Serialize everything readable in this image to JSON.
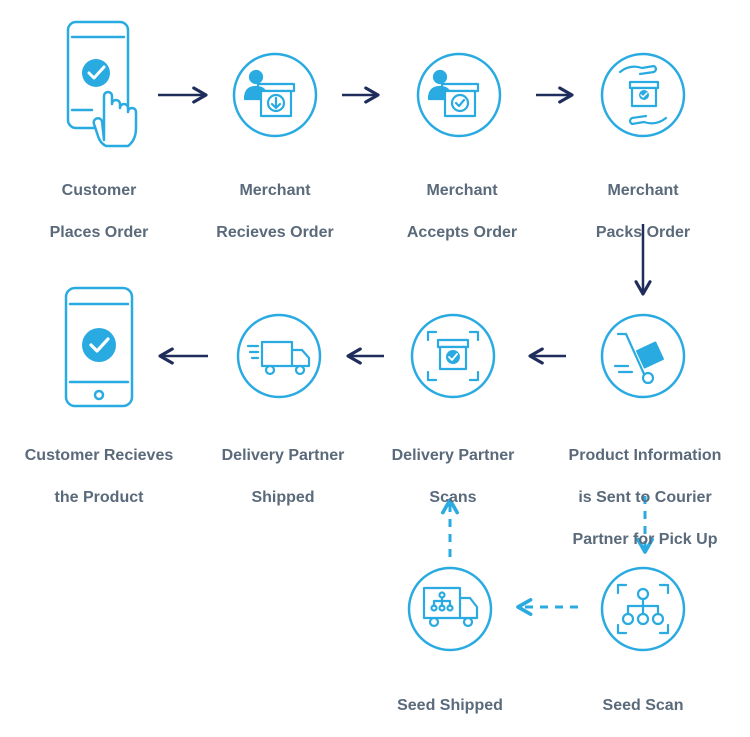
{
  "colors": {
    "accent": "#29abe2",
    "arrow": "#1f2d5c",
    "label": "#5a6a7a",
    "background": "#ffffff"
  },
  "steps": {
    "customer_places_order": {
      "lines": [
        "Customer",
        "Places Order"
      ],
      "icon": "phone-tap-check-icon"
    },
    "merchant_receives_order": {
      "lines": [
        "Merchant",
        "Recieves Order"
      ],
      "icon": "merchant-box-download-icon"
    },
    "merchant_accepts_order": {
      "lines": [
        "Merchant",
        "Accepts Order"
      ],
      "icon": "merchant-box-check-icon"
    },
    "merchant_packs_order": {
      "lines": [
        "Merchant",
        "Packs Order"
      ],
      "icon": "hands-box-icon"
    },
    "product_info_sent": {
      "lines": [
        "Product Information",
        "is Sent to Courier",
        "Partner for Pick Up"
      ],
      "icon": "hand-truck-icon"
    },
    "delivery_partner_scans": {
      "lines": [
        "Delivery Partner",
        "Scans"
      ],
      "icon": "scan-box-icon"
    },
    "delivery_partner_shipped": {
      "lines": [
        "Delivery Partner",
        "Shipped"
      ],
      "icon": "delivery-truck-icon"
    },
    "customer_receives_product": {
      "lines": [
        "Customer Recieves",
        "the Product"
      ],
      "icon": "phone-check-icon"
    },
    "seed_scan": {
      "lines": [
        "Seed Scan"
      ],
      "icon": "scan-network-icon"
    },
    "seed_shipped": {
      "lines": [
        "Seed Shipped"
      ],
      "icon": "truck-network-icon"
    }
  }
}
